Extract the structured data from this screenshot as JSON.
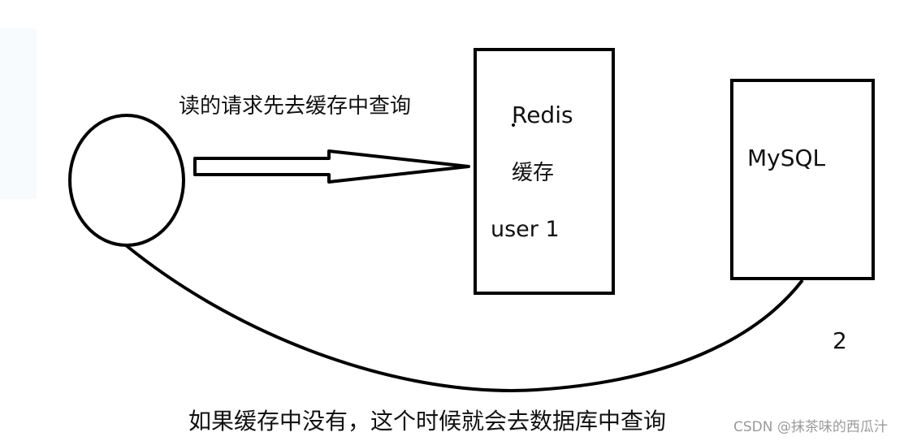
{
  "diagram": {
    "nodes": {
      "client": {
        "shape": "circle",
        "label": ""
      },
      "redis": {
        "title": "Redis",
        "subtitle": "缓存",
        "value": "user 1"
      },
      "mysql": {
        "title": "MySQL"
      }
    },
    "edges": [
      {
        "from": "client",
        "to": "redis",
        "style": "block-arrow",
        "label": "读的请求先去缓存中查询"
      },
      {
        "from": "client",
        "to": "mysql",
        "style": "curve",
        "label": "如果缓存中没有，这个时候就会去数据库中查询",
        "step": "2"
      }
    ],
    "colors": {
      "stroke": "#000000",
      "text": "#111111",
      "watermark": "#9a9a9a"
    }
  },
  "watermark": "CSDN @抹茶味的西瓜汁"
}
